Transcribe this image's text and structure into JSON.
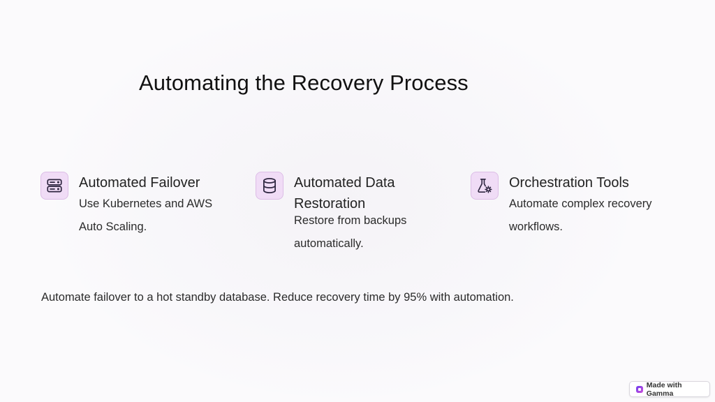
{
  "slide": {
    "title": "Automating the Recovery Process",
    "cards": [
      {
        "icon": "server-icon",
        "heading": "Automated Failover",
        "description": "Use Kubernetes and AWS Auto Scaling."
      },
      {
        "icon": "database-icon",
        "heading": "Automated Data Restoration",
        "description": "Restore from backups automatically."
      },
      {
        "icon": "flask-gear-icon",
        "heading": "Orchestration Tools",
        "description": "Automate complex recovery workflows."
      }
    ],
    "footer_text": "Automate failover to a hot standby database. Reduce recovery time by 95% with automation."
  },
  "badge": {
    "label": "Made with Gamma"
  },
  "colors": {
    "icon_bg": "#f0dcf6",
    "icon_border": "#dcbde6",
    "icon_stroke": "#2e2640",
    "background": "#fbfafc"
  }
}
